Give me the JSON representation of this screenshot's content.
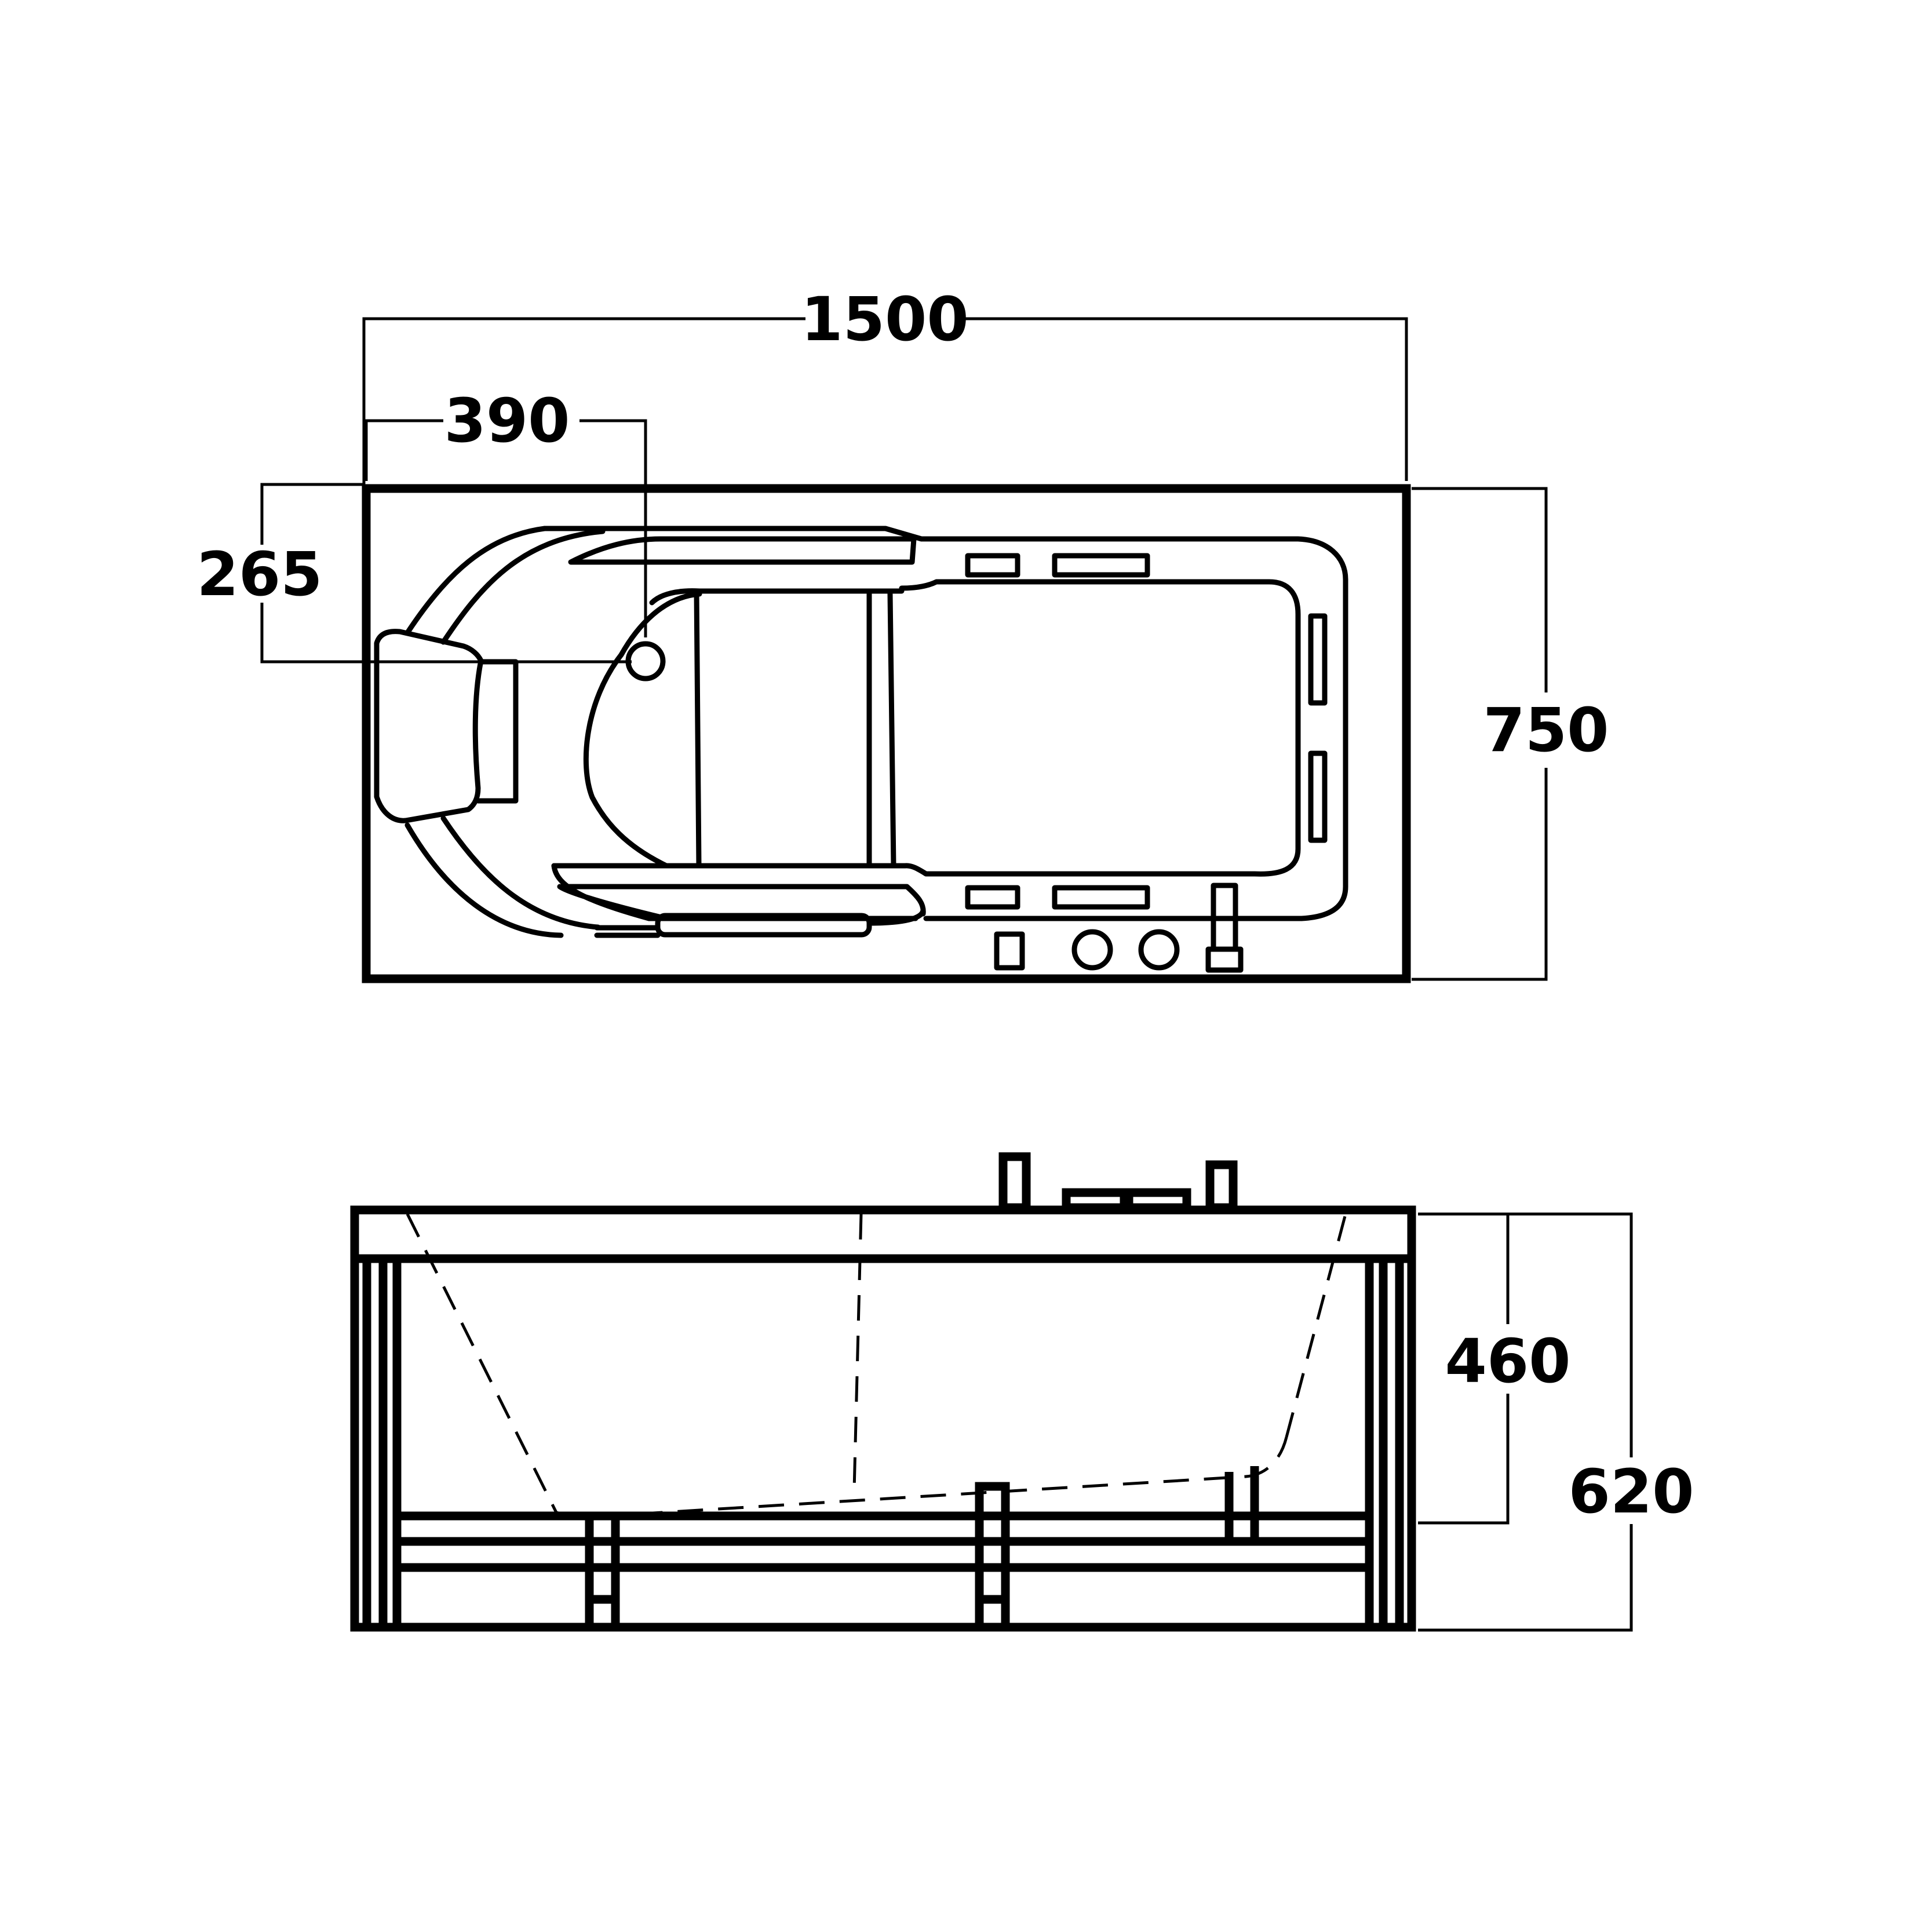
{
  "colors": {
    "line": "#000000",
    "background": "#ffffff"
  },
  "top_view": {
    "overall_length": "1500",
    "drain_offset_x": "390",
    "drain_offset_y": "265",
    "overall_width": "750"
  },
  "side_view": {
    "basin_depth": "460",
    "overall_height": "620"
  }
}
